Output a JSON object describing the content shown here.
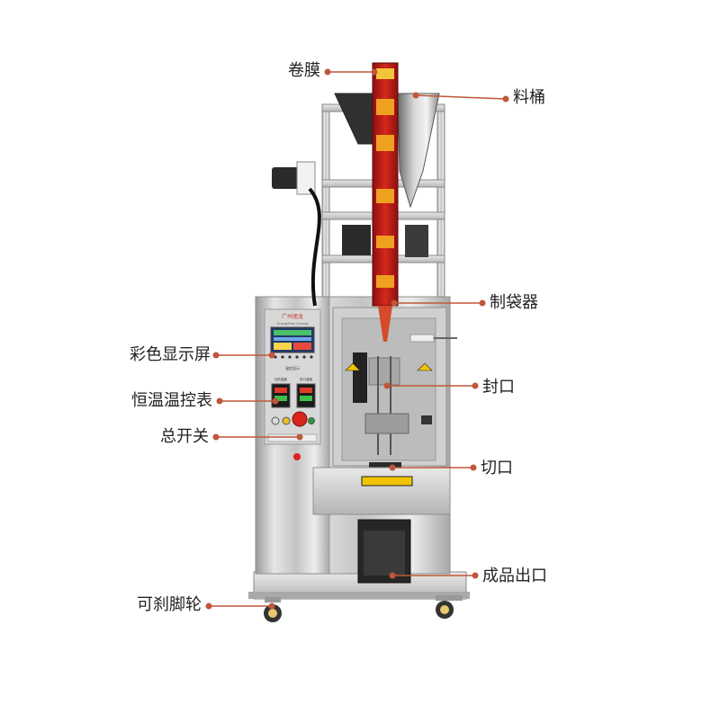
{
  "accent_color": "#c0573b",
  "machine": {
    "panel_brand": "广州旭龙",
    "panel_brand_sub": "GuangZhou XuLong",
    "panel_text_1": "温控显示",
    "panel_text_2": "加热温度",
    "panel_text_3": "封口温度"
  },
  "callouts": {
    "film_roll": "卷膜",
    "hopper": "料桶",
    "bag_former": "制袋器",
    "color_display": "彩色显示屏",
    "sealing": "封口",
    "temp_controller": "恒温温控表",
    "main_switch": "总开关",
    "cutter": "切口",
    "product_outlet": "成品出口",
    "brake_caster": "可刹脚轮"
  }
}
